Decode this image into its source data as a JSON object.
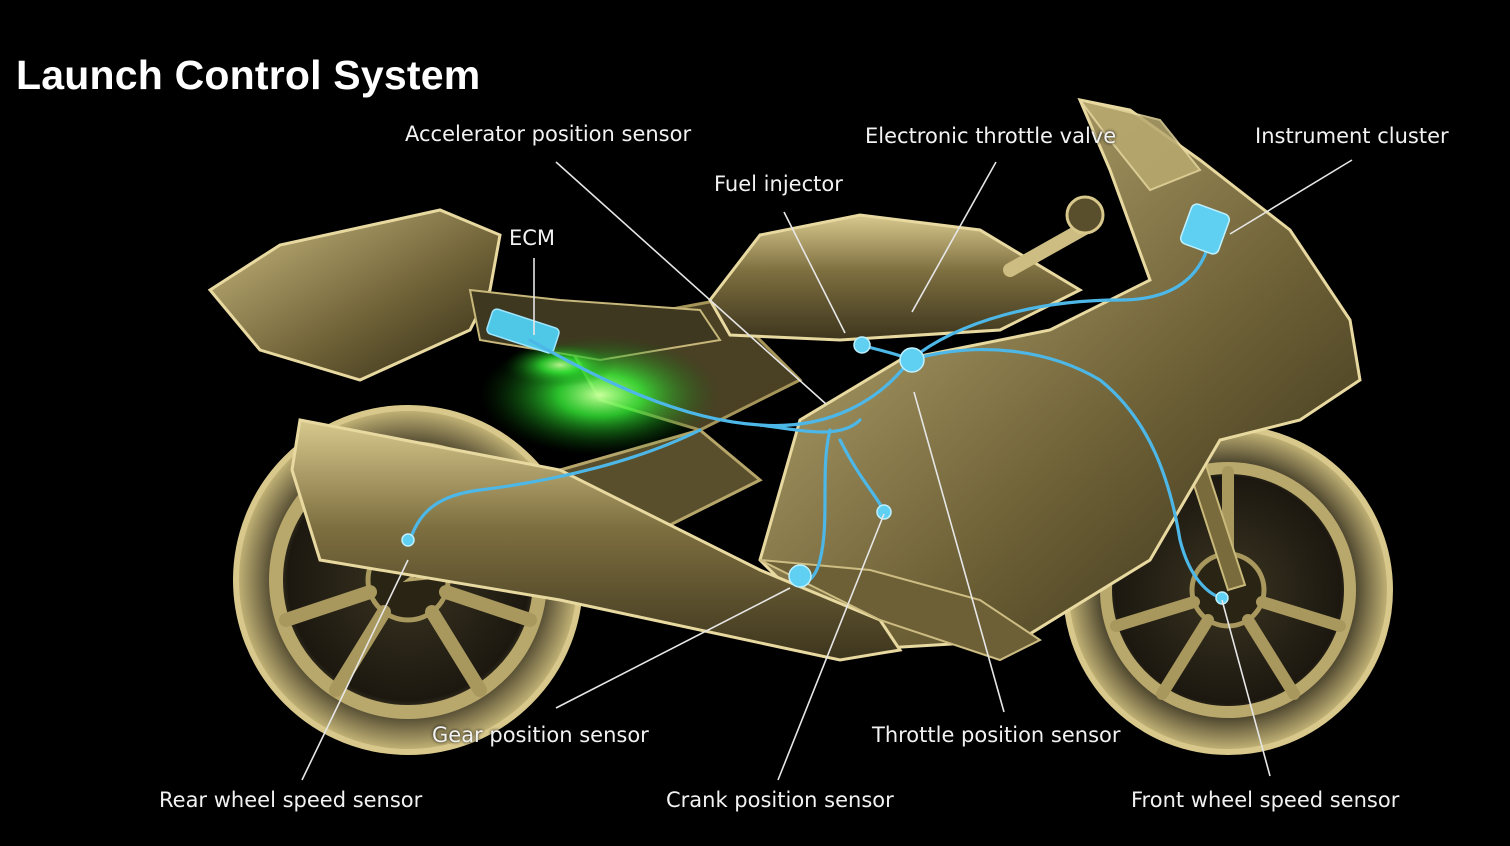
{
  "title": "Launch Control System",
  "labels": {
    "accelerator": "Accelerator position sensor",
    "throttle_valve": "Electronic throttle valve",
    "instrument": "Instrument cluster",
    "fuel_injector": "Fuel injector",
    "ecm": "ECM",
    "gear": "Gear position sensor",
    "throttle_position": "Throttle position sensor",
    "rear_wheel": "Rear wheel speed sensor",
    "crank": "Crank position sensor",
    "front_wheel": "Front wheel speed sensor"
  },
  "colors": {
    "background": "#000000",
    "bike_body": "#8a7a48",
    "bike_highlight": "#e8d9a0",
    "wiring": "#4db8e8",
    "ecm_glow": "#39ff3a",
    "leader_line": "#e6e6e6"
  }
}
